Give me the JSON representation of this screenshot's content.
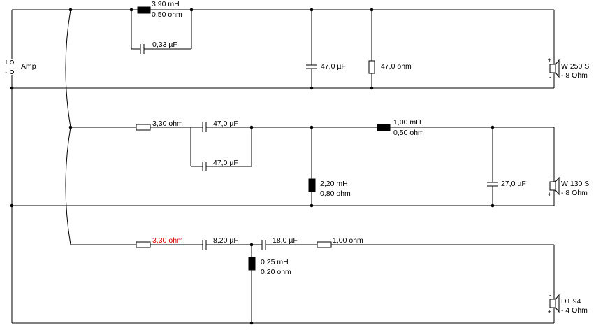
{
  "amp": {
    "label": "Amp",
    "plus": "+",
    "minus": "-"
  },
  "colors": {
    "wire": "#000000",
    "highlight": "#d40000",
    "background": "#ffffff"
  },
  "woofer": {
    "l_series": {
      "value": "3,90 mH",
      "dcr": "0,50 ohm"
    },
    "c_parallel": "0,33 µF",
    "c_shunt": "47,0 µF",
    "r_shunt": "47,0 ohm",
    "driver": {
      "name": "W 250 S",
      "imp": "- 8 Ohm",
      "plus": "+",
      "minus": "-"
    }
  },
  "mid": {
    "r_series": "3,30 ohm",
    "c_series_top": "47,0 µF",
    "c_series_bottom": "47,0 µF",
    "l_shunt": {
      "value": "2,20 mH",
      "dcr": "0,80 ohm"
    },
    "l_series": {
      "value": "1,00 mH",
      "dcr": "0,50 ohm"
    },
    "c_shunt": "27,0 µF",
    "driver": {
      "name": "W 130 S",
      "imp": "- 8 Ohm",
      "plus": "+",
      "minus": "-"
    }
  },
  "tweeter": {
    "r_series": "3,30 ohm",
    "c_series_1": "8,20 µF",
    "l_shunt": {
      "value": "0,25 mH",
      "dcr": "0,20 ohm"
    },
    "c_series_2": "18,0 µF",
    "r_series_2": "1,00 ohm",
    "driver": {
      "name": "DT 94",
      "imp": "- 4 Ohm",
      "plus": "+",
      "minus": "-"
    }
  }
}
